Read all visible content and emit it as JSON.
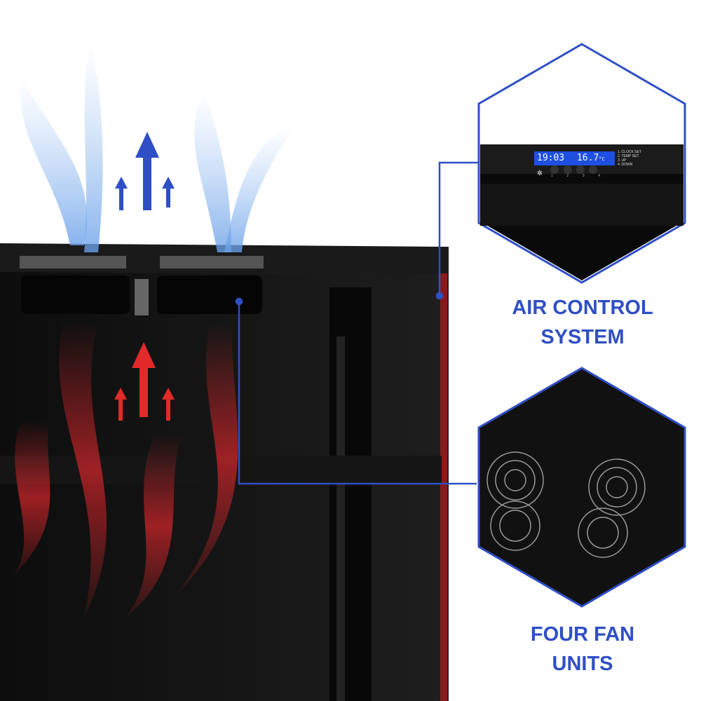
{
  "callouts": [
    {
      "title_line1": "AIR CONTROL",
      "title_line2": "SYSTEM"
    },
    {
      "title_line1": "FOUR FAN",
      "title_line2": "UNITS"
    }
  ],
  "control_panel": {
    "time": "19:03",
    "temperature": "16.7",
    "temp_unit": "°C",
    "buttons": [
      "1",
      "2",
      "3",
      "4"
    ],
    "legend": [
      "1. CLOCK SET",
      "2. TEMP SET",
      "3. UP",
      "4. DOWN"
    ]
  },
  "colors": {
    "accent": "#2f4fc4",
    "hot_air": "#d9262b",
    "cool_air": "#3a6fd8",
    "lcd": "#1f4fe0"
  }
}
